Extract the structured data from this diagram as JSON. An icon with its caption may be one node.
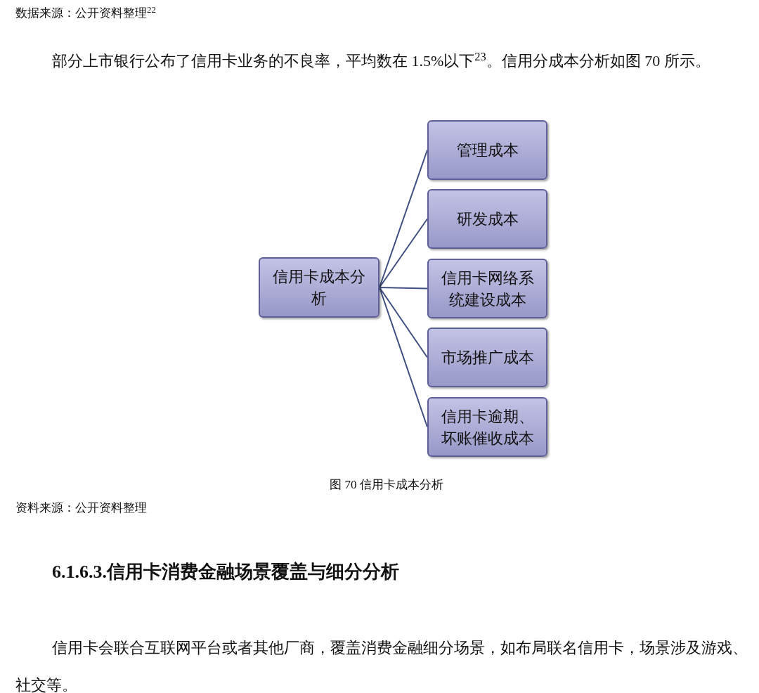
{
  "diagram": {
    "caption": "图 70 信用卡成本分析",
    "nodes": [
      {
        "text": [
          "信用卡成本分析"
        ]
      },
      {
        "text": [
          "管理成本"
        ]
      },
      {
        "text": [
          "研发成本"
        ]
      },
      {
        "text": [
          "信用卡网络系统建设成本"
        ]
      },
      {
        "text": [
          "市场推广成本"
        ]
      },
      {
        "text": [
          "信用卡逾期、坏账催收成本"
        ]
      }
    ],
    "edges": [
      {
        "from": 0,
        "to": 1,
        "arrow": "none"
      },
      {
        "from": 0,
        "to": 2,
        "arrow": "none"
      },
      {
        "from": 0,
        "to": 3,
        "arrow": "none"
      },
      {
        "from": 0,
        "to": 4,
        "arrow": "none"
      },
      {
        "from": 0,
        "to": 5,
        "arrow": "none"
      }
    ],
    "labels": [
      "数据来源：公开资料整理$^{22}$",
      "部分上市银行公布了信用卡业务的不良率，平均数在 1.5%以下$^{23}$。信用分成本分析如图 70 所示。",
      "资料来源：公开资料整理",
      "6.1.6.3.信用卡消费金融场景覆盖与细分分析",
      "信用卡会联合互联网平台或者其他厂商，覆盖消费金融细分场景，如布局联名信用卡，场景涉及游戏、社交等。"
    ]
  }
}
